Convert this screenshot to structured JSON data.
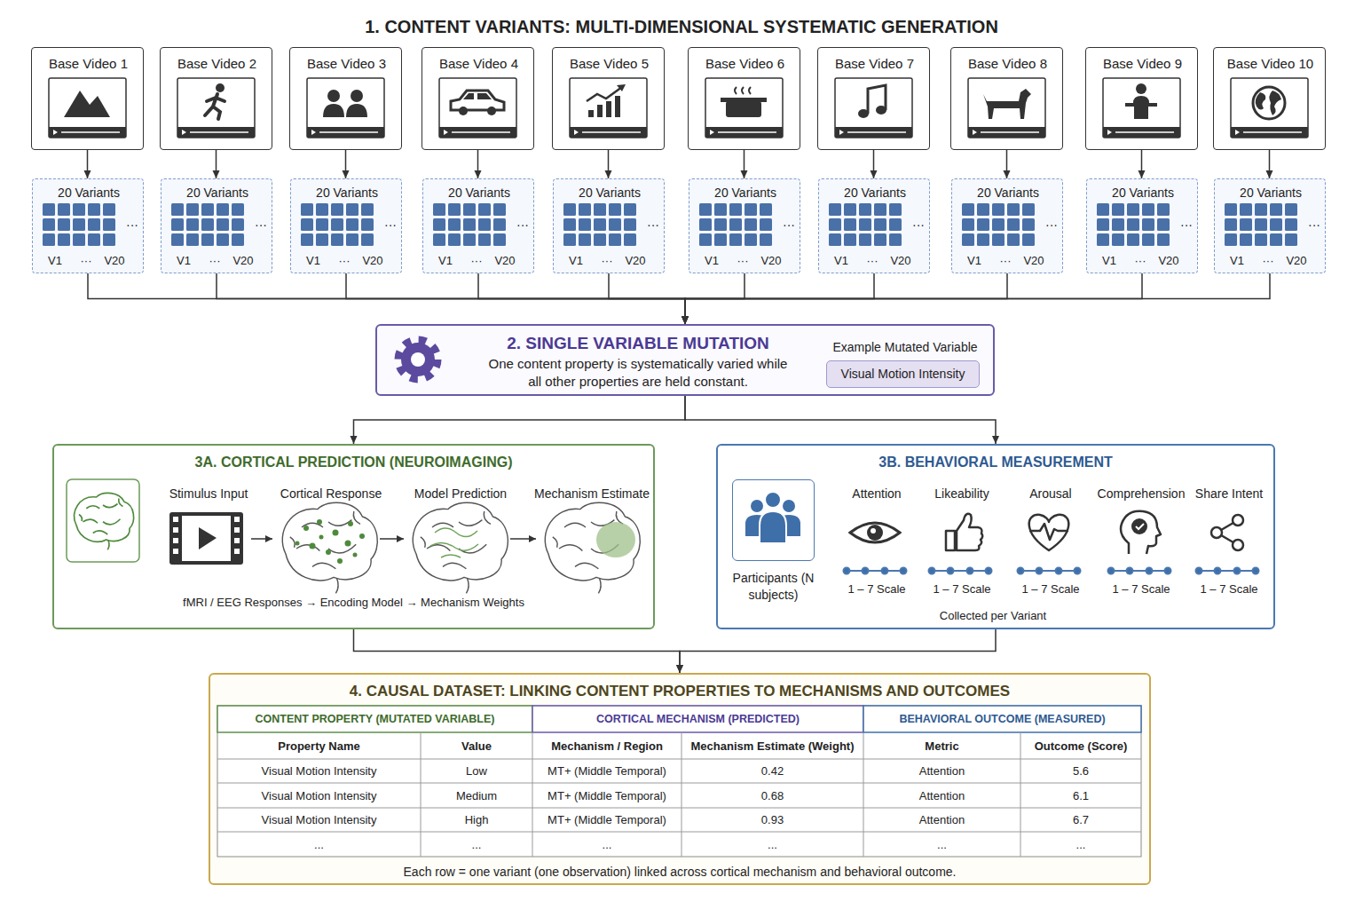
{
  "diagram": {
    "title": "1. CONTENT VARIANTS: MULTI-DIMENSIONAL SYSTEMATIC GENERATION",
    "nodes": [
      {
        "text": [
          "Base Video 1"
        ]
      },
      {
        "text": [
          "Base Video 2"
        ]
      },
      {
        "text": [
          "Base Video 3"
        ]
      },
      {
        "text": [
          "Base Video 4"
        ]
      },
      {
        "text": [
          "Base Video 5"
        ]
      },
      {
        "text": [
          "Base Video 6"
        ]
      },
      {
        "text": [
          "Base Video 7"
        ]
      },
      {
        "text": [
          "Base Video 8"
        ]
      },
      {
        "text": [
          "Base Video 9"
        ]
      },
      {
        "text": [
          "Base Video 10"
        ]
      },
      {
        "text": [
          "20 Variants",
          "···",
          "V1",
          "···",
          "V20"
        ]
      },
      {
        "text": [
          "20 Variants",
          "···",
          "V1",
          "···",
          "V20"
        ]
      },
      {
        "text": [
          "20 Variants",
          "···",
          "V1",
          "···",
          "V20"
        ]
      },
      {
        "text": [
          "20 Variants",
          "···",
          "V1",
          "···",
          "V20"
        ]
      },
      {
        "text": [
          "20 Variants",
          "···",
          "V1",
          "···",
          "V20"
        ]
      },
      {
        "text": [
          "20 Variants",
          "···",
          "V1",
          "···",
          "V20"
        ]
      },
      {
        "text": [
          "20 Variants",
          "···",
          "V1",
          "···",
          "V20"
        ]
      },
      {
        "text": [
          "20 Variants",
          "···",
          "V1",
          "···",
          "V20"
        ]
      },
      {
        "text": [
          "20 Variants",
          "···",
          "V1",
          "···",
          "V20"
        ]
      },
      {
        "text": [
          "20 Variants",
          "···",
          "V1",
          "···",
          "V20"
        ]
      },
      {
        "text": [
          "2. SINGLE VARIABLE MUTATION",
          "One content property is systematically varied while all other properties are held constant.",
          "Example Mutated Variable"
        ]
      },
      {
        "text": [
          "Visual Motion Intensity"
        ],
        "in": 20
      },
      {
        "text": [
          "3A. CORTICAL PREDICTION (NEUROIMAGING)",
          "Stimulus Input",
          "Cortical Response",
          "Model Prediction",
          "Mechanism Estimate",
          "fMRI / EEG Responses → Encoding Model → Mechanism Weights"
        ]
      },
      {
        "text": [
          "3B. BEHAVIORAL MEASUREMENT",
          "Attention",
          "Likeability",
          "Arousal",
          "Comprehension",
          "Share Intent",
          "1 – 7 Scale",
          "1 – 7 Scale",
          "1 – 7 Scale",
          "1 – 7 Scale",
          "1 – 7 Scale",
          "Collected per Variant"
        ]
      },
      {
        "text": [
          "Participants (N subjects)"
        ],
        "in": 23
      },
      {
        "text": [
          "4. CAUSAL DATASET: LINKING CONTENT PROPERTIES TO MECHANISMS AND OUTCOMES",
          "Each row = one variant (one observation) linked across cortical mechanism and behavioral outcome."
        ]
      }
    ],
    "edges": [
      {
        "from": 0,
        "to": 10,
        "arrow": "to"
      },
      {
        "from": 1,
        "to": 11,
        "arrow": "to"
      },
      {
        "from": 2,
        "to": 12,
        "arrow": "to"
      },
      {
        "from": 3,
        "to": 13,
        "arrow": "to"
      },
      {
        "from": 4,
        "to": 14,
        "arrow": "to"
      },
      {
        "from": 5,
        "to": 15,
        "arrow": "to"
      },
      {
        "from": 6,
        "to": 16,
        "arrow": "to"
      },
      {
        "from": 7,
        "to": 17,
        "arrow": "to"
      },
      {
        "from": 8,
        "to": 18,
        "arrow": "to"
      },
      {
        "from": 9,
        "to": 19,
        "arrow": "to"
      },
      {
        "from": 10,
        "to": 20,
        "arrow": "to"
      },
      {
        "from": 11,
        "to": 20,
        "arrow": "to"
      },
      {
        "from": 12,
        "to": 20,
        "arrow": "to"
      },
      {
        "from": 13,
        "to": 20,
        "arrow": "to"
      },
      {
        "from": 14,
        "to": 20,
        "arrow": "to"
      },
      {
        "from": 15,
        "to": 20,
        "arrow": "to"
      },
      {
        "from": 16,
        "to": 20,
        "arrow": "to"
      },
      {
        "from": 17,
        "to": 20,
        "arrow": "to"
      },
      {
        "from": 18,
        "to": 20,
        "arrow": "to"
      },
      {
        "from": 19,
        "to": 20,
        "arrow": "to"
      },
      {
        "from": 20,
        "to": 22,
        "arrow": "to"
      },
      {
        "from": 20,
        "to": 23,
        "arrow": "to"
      },
      {
        "from": 22,
        "to": 25,
        "arrow": "to"
      },
      {
        "from": 23,
        "to": 25,
        "arrow": "to"
      }
    ],
    "labels": [
      "CONTENT PROPERTY (MUTATED VARIABLE)",
      "CORTICAL MECHANISM (PREDICTED)",
      "BEHAVIORAL OUTCOME (MEASURED)",
      "Property Name",
      "Value",
      "Mechanism / Region",
      "Mechanism Estimate (Weight)",
      "Metric",
      "Outcome (Score)",
      "Visual Motion Intensity",
      "Low",
      "MT+ (Middle Temporal)",
      "0.42",
      "Attention",
      "5.6",
      "Visual Motion Intensity",
      "Medium",
      "MT+ (Middle Temporal)",
      "0.68",
      "Attention",
      "6.1",
      "Visual Motion Intensity",
      "High",
      "MT+ (Middle Temporal)",
      "0.93",
      "Attention",
      "6.7",
      "...",
      "...",
      "...",
      "...",
      "...",
      "..."
    ]
  }
}
